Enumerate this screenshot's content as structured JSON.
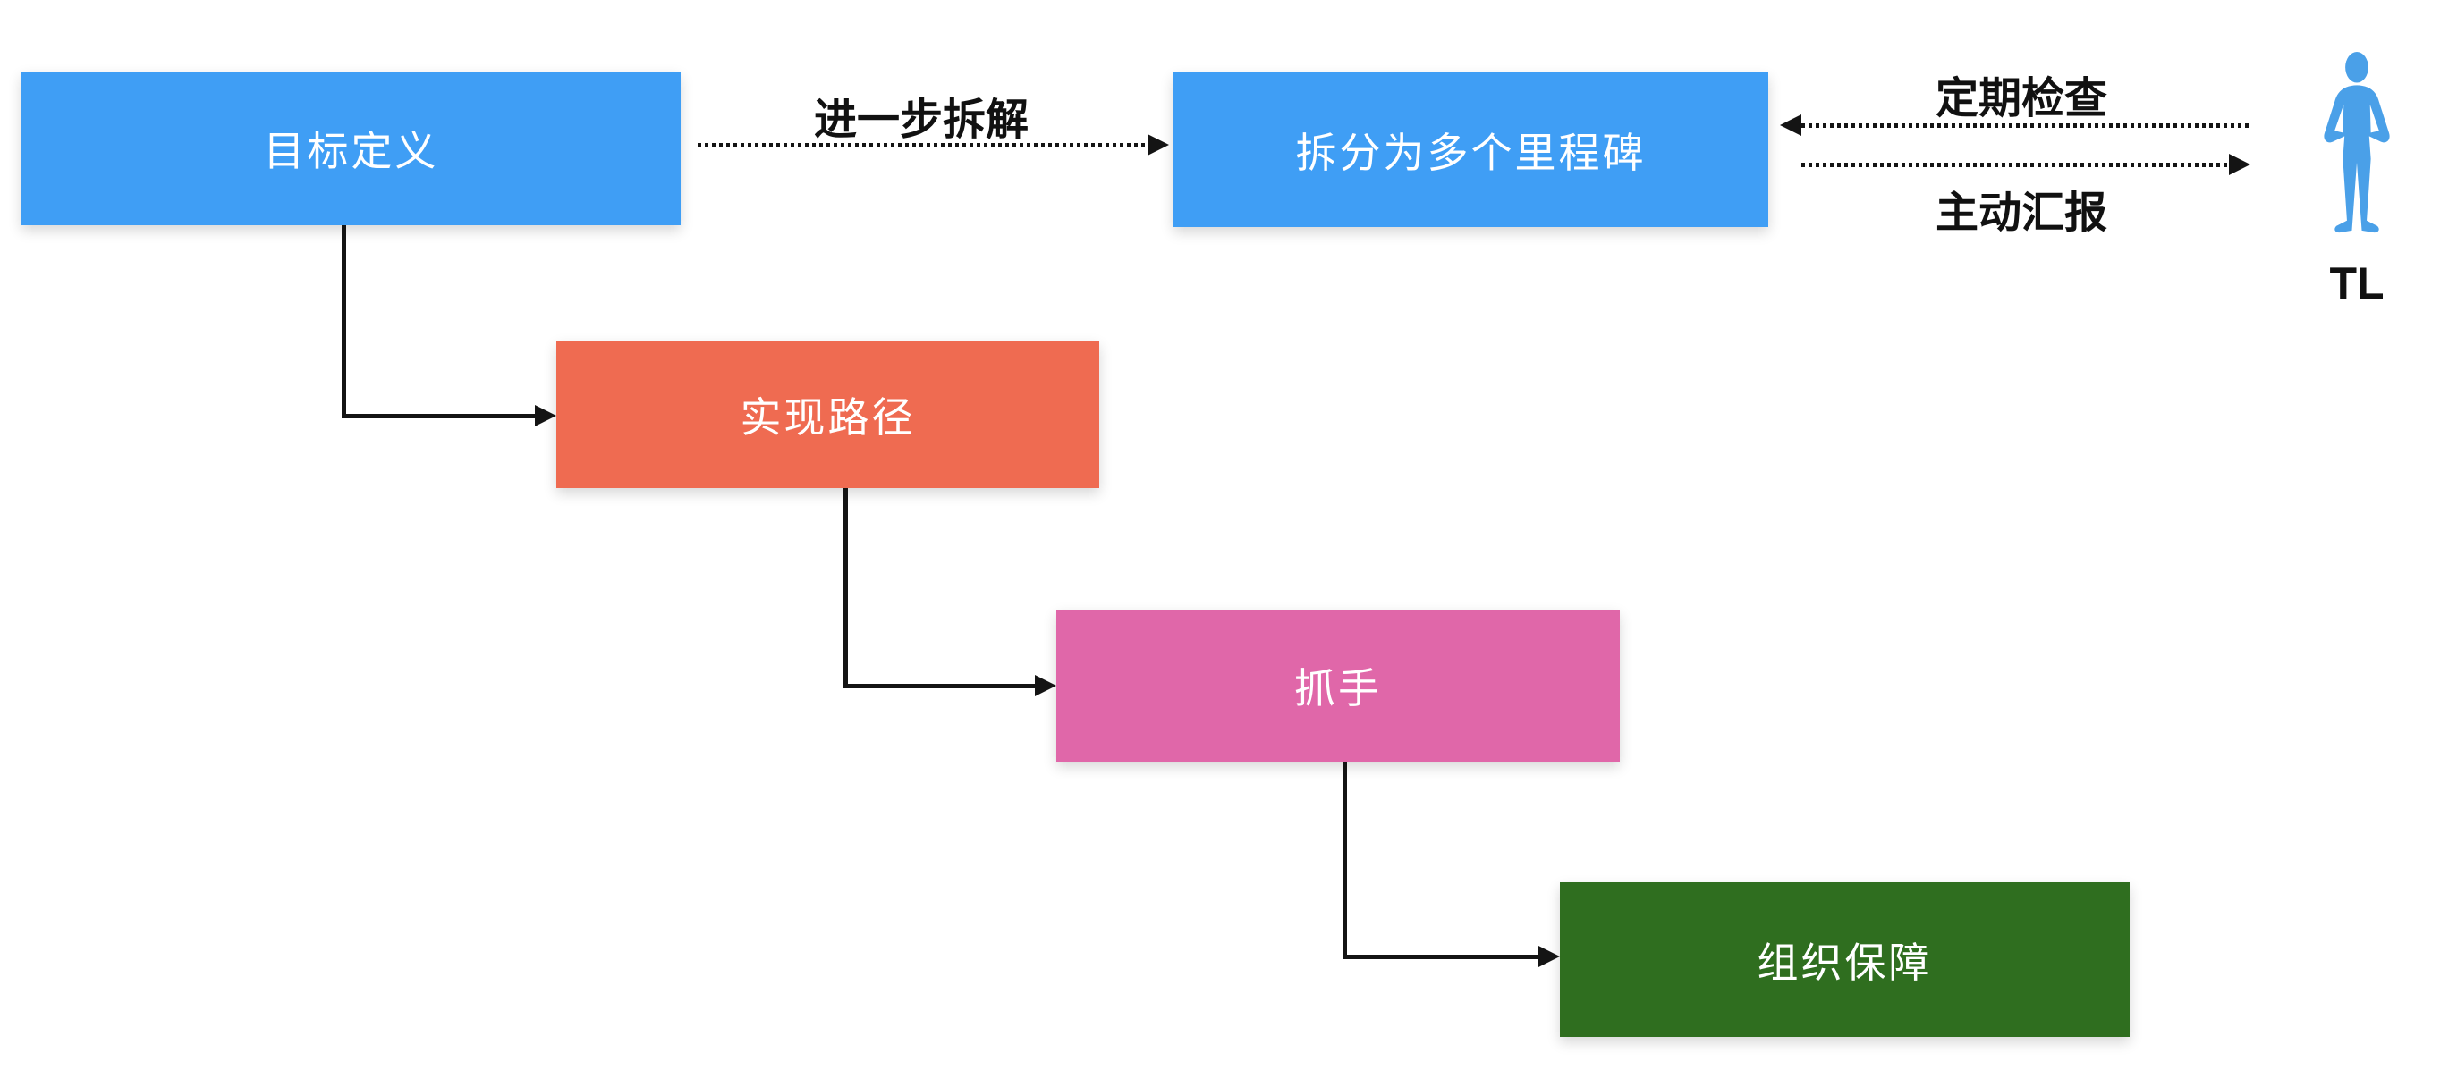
{
  "diagram": {
    "nodes": [
      {
        "id": "goal",
        "label": "目标定义",
        "color": "#3F9EF5",
        "text_color": "#FFFFFF"
      },
      {
        "id": "milestones",
        "label": "拆分为多个里程碑",
        "color": "#3F9EF5",
        "text_color": "#FFFFFF"
      },
      {
        "id": "path",
        "label": "实现路径",
        "color": "#EF6B51",
        "text_color": "#FFFFFF"
      },
      {
        "id": "grip",
        "label": "抓手",
        "color": "#E067A9",
        "text_color": "#FFFFFF"
      },
      {
        "id": "org",
        "label": "组织保障",
        "color": "#2F6E1F",
        "text_color": "#FFFFFF"
      }
    ],
    "edges": {
      "breakdown": {
        "label": "进一步拆解",
        "from": "goal",
        "to": "milestones",
        "style": "dotted",
        "direction": "right"
      },
      "periodic_check": {
        "label": "定期检查",
        "from": "tl",
        "to": "milestones",
        "style": "dotted",
        "direction": "left"
      },
      "proactive_report": {
        "label": "主动汇报",
        "from": "milestones",
        "to": "tl",
        "style": "dotted",
        "direction": "right"
      },
      "goal_to_path": {
        "label": "",
        "from": "goal",
        "to": "path",
        "style": "solid-elbow",
        "direction": "right"
      },
      "path_to_grip": {
        "label": "",
        "from": "path",
        "to": "grip",
        "style": "solid-elbow",
        "direction": "right"
      },
      "grip_to_org": {
        "label": "",
        "from": "grip",
        "to": "org",
        "style": "solid-elbow",
        "direction": "right"
      }
    },
    "actor": {
      "label": "TL",
      "icon": "person-icon",
      "color": "#4AA0E8"
    },
    "colors": {
      "background": "#FFFFFF",
      "connector": "#141414",
      "edge_label_text": "#111111"
    }
  }
}
